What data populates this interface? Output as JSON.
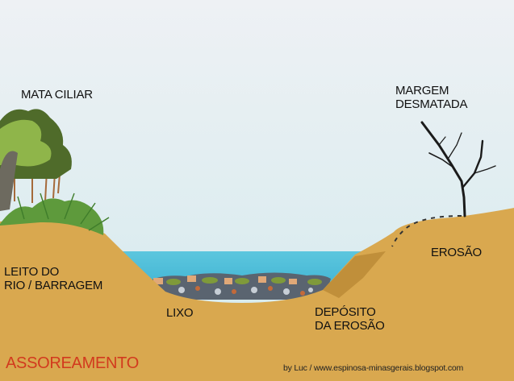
{
  "title": "ASSOREAMENTO",
  "credit": "by Luc / www.espinosa-minasgerais.blogspot.com",
  "labels": {
    "mata_ciliar": "MATA CILIAR",
    "margem_line1": "MARGEM",
    "margem_line2": "DESMATADA",
    "leito_line1": "LEITO DO",
    "leito_line2": "RIO / BARRAGEM",
    "lixo": "LIXO",
    "deposito_line1": "DEPÓSITO",
    "deposito_line2": "DA EROSÃO",
    "erosao": "EROSÃO"
  },
  "colors": {
    "sky_top": "#eef1f4",
    "sky_bottom": "#d3eaee",
    "water": "#4bb9d6",
    "ground": "#d9a84f",
    "ground_dark": "#c08f3a",
    "title": "#d23a1e",
    "foliage_light": "#8fb54a",
    "foliage_dark": "#4f6b2a"
  }
}
